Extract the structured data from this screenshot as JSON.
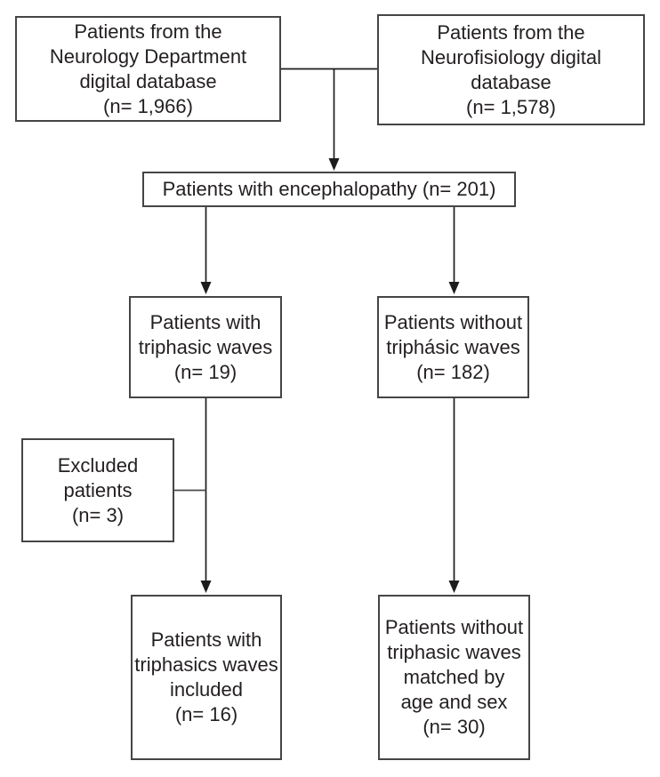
{
  "flowchart": {
    "background_color": "#ffffff",
    "box_border_color": "#454546",
    "connector_color": "#1c1c1c",
    "text_color": "#231f20",
    "boxes": {
      "neurology_db": {
        "text": "Patients from the\nNeurology Department\ndigital database\n(n= 1,966)"
      },
      "neurophysiology_db": {
        "text": "Patients from the\nNeurofisiology digital\ndatabase\n(n= 1,578)"
      },
      "encephalopathy": {
        "text": "Patients with encephalopathy (n= 201)"
      },
      "with_triphasic": {
        "text": "Patients with\ntriphasic waves\n(n= 19)"
      },
      "without_triphasic": {
        "text": "Patients without\ntriphásic waves\n(n= 182)"
      },
      "excluded": {
        "text": "Excluded\npatients\n(n= 3)"
      },
      "included": {
        "text": "Patients with\ntriphasics waves\nincluded\n(n= 16)"
      },
      "matched": {
        "text": "Patients without\ntriphasic waves\nmatched by\nage and sex\n(n= 30)"
      }
    }
  }
}
